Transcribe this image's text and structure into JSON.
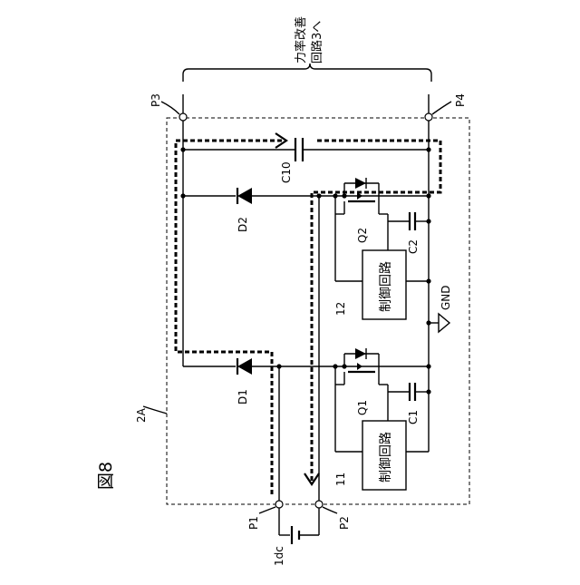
{
  "figure": {
    "title": "図8"
  },
  "labels": {
    "p1": "P1",
    "p2": "P2",
    "p3": "P3",
    "p4": "P4",
    "module": "2A",
    "source": "1dc",
    "diode1": "D1",
    "diode2": "D2",
    "cap10": "C10",
    "transistor1": "Q1",
    "transistor2": "Q2",
    "cap1": "C1",
    "cap2": "C2",
    "ctrl1_num": "11",
    "ctrl2_num": "12",
    "ctrl1_text": "制御回路",
    "ctrl2_text": "制御回路",
    "gnd": "GND",
    "top_line1": "力率改善",
    "top_line2": "回路3へ"
  }
}
